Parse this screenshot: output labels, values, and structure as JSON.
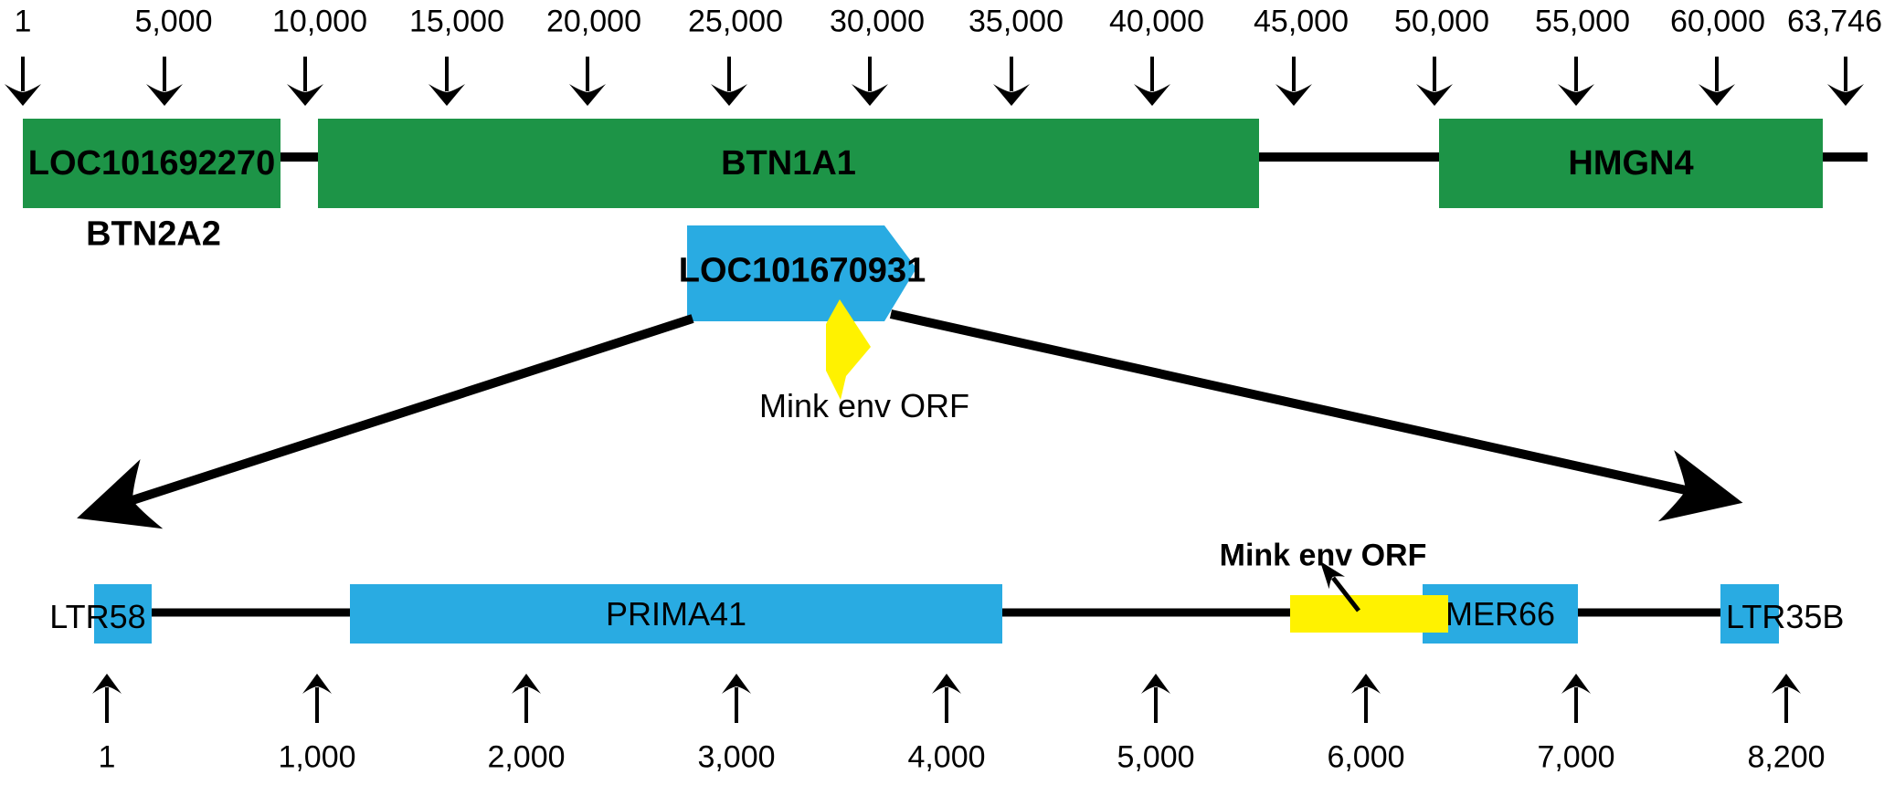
{
  "colors": {
    "gene_green": "#1d9447",
    "repeat_blue": "#29abe2",
    "orf_yellow": "#fff200",
    "ink": "#000000",
    "background": "#ffffff"
  },
  "top_scale": {
    "ticks": [
      "1",
      "5,000",
      "10,000",
      "15,000",
      "20,000",
      "25,000",
      "30,000",
      "35,000",
      "40,000",
      "45,000",
      "50,000",
      "55,000",
      "60,000",
      "63,746"
    ]
  },
  "top_track": {
    "genes": [
      {
        "label": "LOC101692270"
      },
      {
        "label": "BTN1A1"
      },
      {
        "label": "HMGN4"
      }
    ],
    "alias_label": "BTN2A2"
  },
  "provirus": {
    "gene_label": "LOC101670931",
    "orf_label": "Mink env ORF"
  },
  "bottom_track": {
    "repeats": [
      {
        "label": "LTR58"
      },
      {
        "label": "PRIMA41"
      },
      {
        "label": "MER66"
      },
      {
        "label": "LTR35B"
      }
    ],
    "orf_label": "Mink env ORF"
  },
  "bottom_scale": {
    "ticks": [
      "1",
      "1,000",
      "2,000",
      "3,000",
      "4,000",
      "5,000",
      "6,000",
      "7,000",
      "8,200"
    ]
  }
}
